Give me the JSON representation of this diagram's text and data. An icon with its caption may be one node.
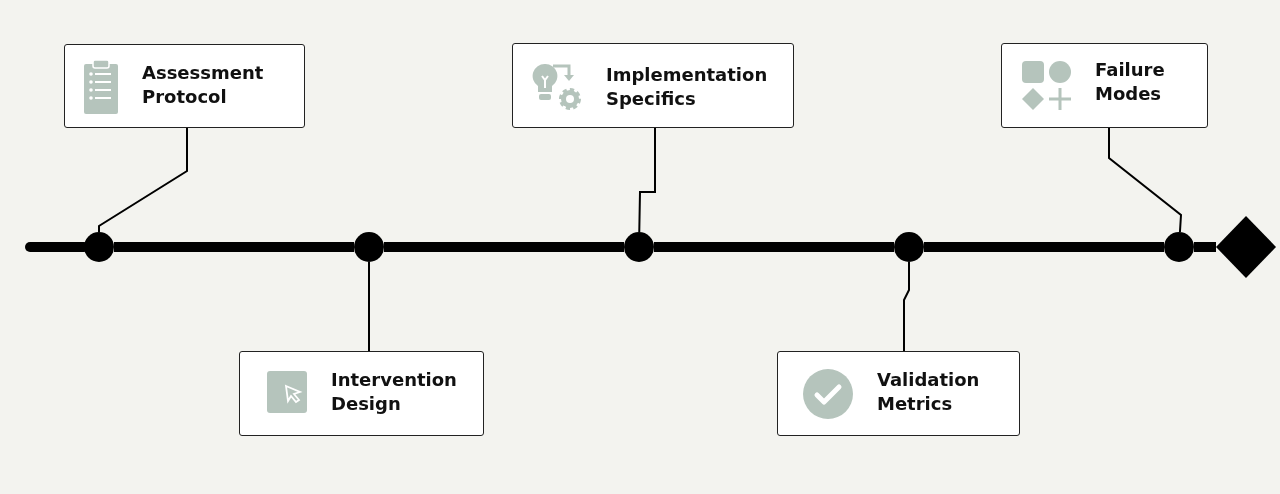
{
  "diagram": {
    "nodes": [
      {
        "text": [
          "Assessment Protocol"
        ]
      },
      {
        "text": [
          "Implementation Specifics"
        ]
      },
      {
        "text": [
          "Failure Modes"
        ]
      },
      {
        "text": [],
        "shape": "circle"
      },
      {
        "text": [],
        "shape": "circle"
      },
      {
        "text": [],
        "shape": "circle"
      },
      {
        "text": [],
        "shape": "circle"
      },
      {
        "text": [],
        "shape": "circle"
      },
      {
        "text": [],
        "shape": "diamond"
      },
      {
        "text": [
          "Intervention Design"
        ]
      },
      {
        "text": [
          "Validation Metrics"
        ]
      }
    ],
    "edges": [
      {
        "from": 0,
        "to": 3,
        "arrow": "none"
      },
      {
        "from": 9,
        "to": 4,
        "arrow": "none"
      },
      {
        "from": 1,
        "to": 5,
        "arrow": "none"
      },
      {
        "from": 10,
        "to": 6,
        "arrow": "none"
      },
      {
        "from": 2,
        "to": 7,
        "arrow": "none"
      },
      {
        "from": null,
        "to": 3,
        "arrow": "none"
      },
      {
        "from": 3,
        "to": 4,
        "arrow": "none"
      },
      {
        "from": 4,
        "to": 5,
        "arrow": "none"
      },
      {
        "from": 5,
        "to": 6,
        "arrow": "none"
      },
      {
        "from": 6,
        "to": 7,
        "arrow": "none"
      },
      {
        "from": 7,
        "to": 8,
        "arrow": "none"
      }
    ]
  }
}
